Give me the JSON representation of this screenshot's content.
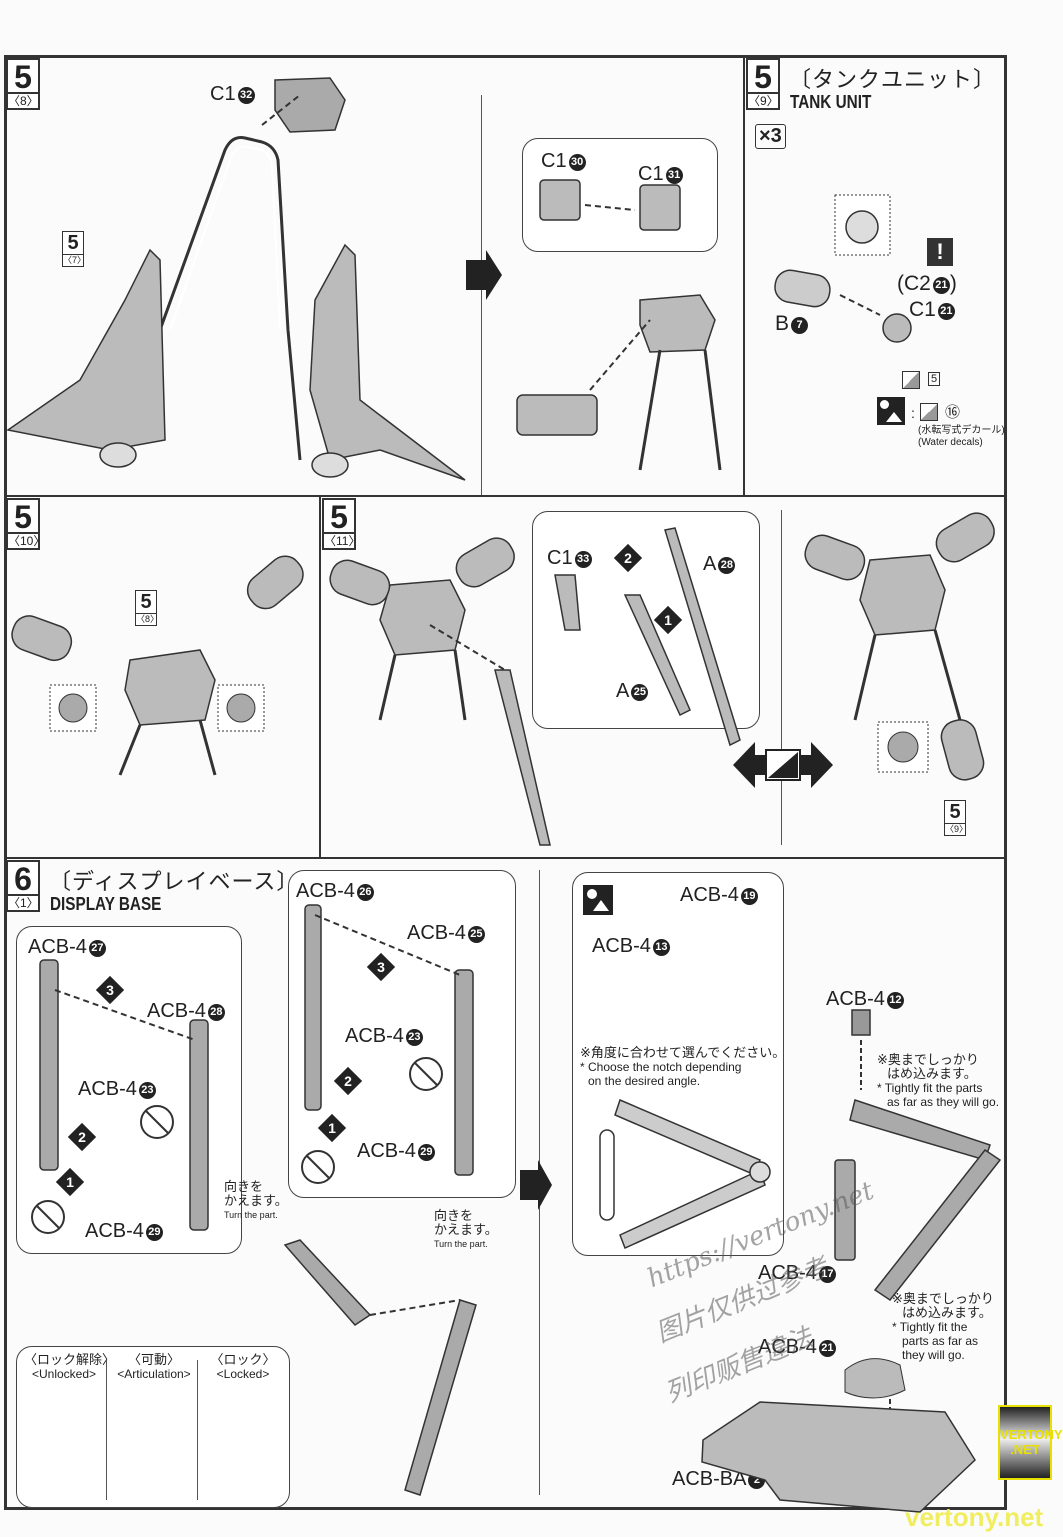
{
  "panels": {
    "p5_8": {
      "step": "5",
      "sub": "〈8〉",
      "part_label": "C1",
      "part_num": "32",
      "ref_step": "5",
      "ref_sub": "〈7〉"
    },
    "p5_8b": {
      "labels": [
        {
          "part": "C1",
          "num": "30"
        },
        {
          "part": "C1",
          "num": "31"
        }
      ]
    },
    "p5_9": {
      "step": "5",
      "sub": "〈9〉",
      "title_jp": "〔タンクユニット〕",
      "title_en": "TANK UNIT",
      "qty": "×3",
      "warn": "!",
      "alt_part": "(C2",
      "alt_num": "21",
      "alt_close": ")",
      "part": "C1",
      "part_num": "21",
      "part_b": "B",
      "part_b_num": "7",
      "decal_num": "5",
      "water_decal_num": "⑯",
      "water_decal_jp": "(水転写式デカール)",
      "water_decal_en": "(Water decals)"
    },
    "p5_10": {
      "step": "5",
      "sub": "〈10〉",
      "ref_step": "5",
      "ref_sub": "〈8〉"
    },
    "p5_11": {
      "step": "5",
      "sub": "〈11〉",
      "labels": [
        {
          "part": "C1",
          "num": "33"
        },
        {
          "part": "A",
          "num": "28"
        },
        {
          "part": "A",
          "num": "25"
        }
      ],
      "order": [
        "1",
        "2"
      ],
      "ref_step": "5",
      "ref_sub": "〈9〉"
    },
    "p6_1": {
      "step": "6",
      "sub": "〈1〉",
      "title_jp": "〔ディスプレイベース〕",
      "title_en": "DISPLAY BASE",
      "left_labels": [
        {
          "part": "ACB-4",
          "num": "27"
        },
        {
          "part": "ACB-4",
          "num": "28"
        },
        {
          "part": "ACB-4",
          "num": "23"
        },
        {
          "part": "ACB-4",
          "num": "29"
        }
      ],
      "mid_labels": [
        {
          "part": "ACB-4",
          "num": "26"
        },
        {
          "part": "ACB-4",
          "num": "25"
        },
        {
          "part": "ACB-4",
          "num": "23"
        },
        {
          "part": "ACB-4",
          "num": "29"
        }
      ],
      "order": [
        "1",
        "2",
        "3"
      ],
      "turn_jp1": "向きを",
      "turn_jp2": "かえます。",
      "turn_en": "Turn the part.",
      "modes": [
        {
          "jp": "〈ロック解除〉",
          "en": "<Unlocked>"
        },
        {
          "jp": "〈可動〉",
          "en": "<Articulation>"
        },
        {
          "jp": "〈ロック〉",
          "en": "<Locked>"
        }
      ],
      "right_labels": [
        {
          "part": "ACB-4",
          "num": "19"
        },
        {
          "part": "ACB-4",
          "num": "13"
        },
        {
          "part": "ACB-4",
          "num": "12"
        },
        {
          "part": "ACB-4",
          "num": "17"
        },
        {
          "part": "ACB-4",
          "num": "21"
        },
        {
          "part": "ACB-BA",
          "num": "2"
        }
      ],
      "angle_note_jp": "※角度に合わせて選んでください。",
      "angle_note_en1": "* Choose the notch depending",
      "angle_note_en2": "on the desired angle.",
      "fit_note_jp1": "※奥までしっかり",
      "fit_note_jp2": "はめ込みます。",
      "fit_note_en1": "* Tightly fit the parts",
      "fit_note_en2": "as far as they will go.",
      "fit2_en1": "* Tightly fit the",
      "fit2_en2": "parts as far as",
      "fit2_en3": "they will go."
    }
  },
  "watermark": {
    "url": "https://vertony.net",
    "cn1": "图片仅供过参考",
    "cn2": "列印贩售違法",
    "badge1": "VERTONY",
    "badge2": ".NET",
    "footer": "vertony.net"
  }
}
